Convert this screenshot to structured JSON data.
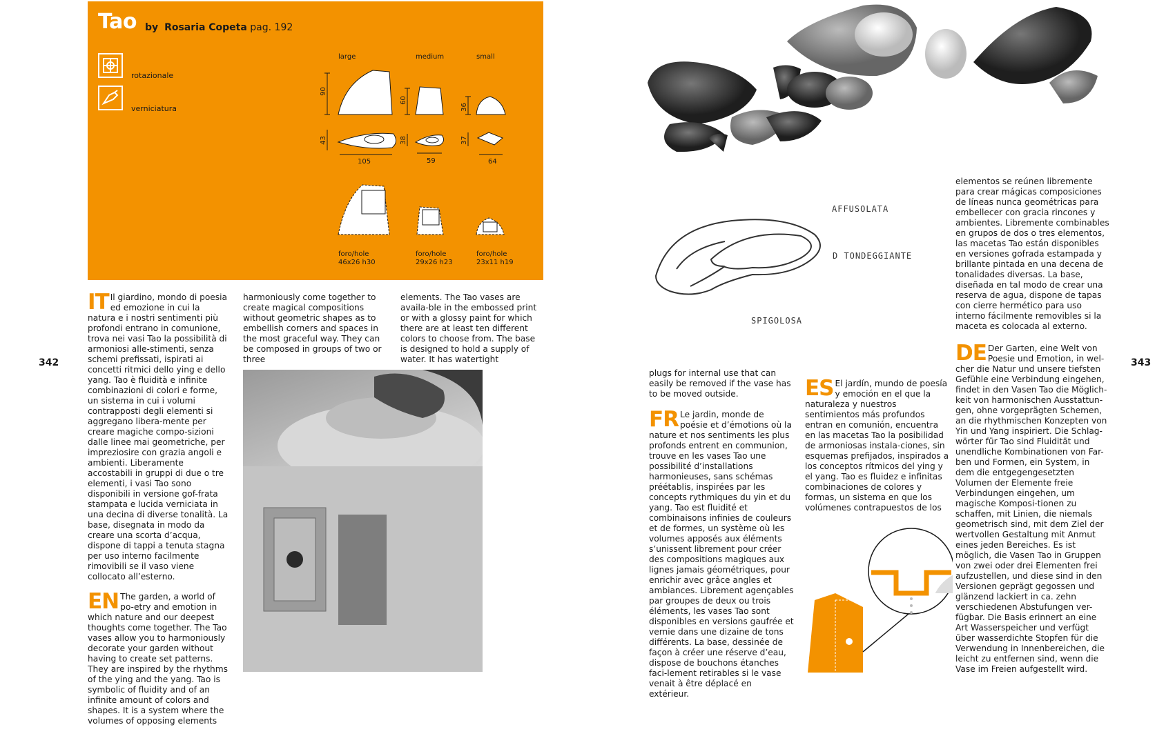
{
  "page_left": "342",
  "page_right": "343",
  "header": {
    "title": "Tao",
    "by": "by",
    "author": "Rosaria Copeta",
    "page_ref": "pag. 192"
  },
  "tech": [
    {
      "icon": "rotational-mold-icon",
      "label": "rotazionale"
    },
    {
      "icon": "spray-paint-icon",
      "label": "verniciatura"
    }
  ],
  "sizes": {
    "labels": [
      "large",
      "medium",
      "small"
    ],
    "heights": [
      "90",
      "60",
      "36"
    ],
    "depths": [
      "43",
      "38",
      "37"
    ],
    "widths": [
      "105",
      "59",
      "64"
    ],
    "holes": [
      {
        "label": "foro/hole",
        "dims": "46x26 h30"
      },
      {
        "label": "foro/hole",
        "dims": "29x26 h23"
      },
      {
        "label": "foro/hole",
        "dims": "23x11 h19"
      }
    ]
  },
  "sketch_notes": [
    "AFFUSOLATA",
    "D TONDEGGIANTE",
    "SPIGOLOSA"
  ],
  "text": {
    "it_cap": "IT",
    "it_body": "Il giardino, mondo di poesia ed emozione in cui la natura e i nostri sentimenti più profondi entrano in comunione, trova nei vasi Tao la possibilità di armoniosi alle-stimenti, senza schemi prefissati, ispirati ai concetti ritmici dello ying e dello yang. Tao è fluidità e infinite combinazioni di colori e forme, un sistema in cui i volumi contrapposti degli elementi si aggregano libera-mente per creare magiche compo-sizioni dalle linee mai geometriche, per impreziosire con grazia angoli e ambienti. Liberamente accostabili in gruppi di due o tre elementi, i vasi Tao sono disponibili in versione gof-frata stampata e lucida verniciata in una decina di diverse tonalità. La base, disegnata in modo da creare una scorta d’acqua, dispone di tappi a tenuta stagna per uso interno facilmente rimovibili se il vaso viene collocato all’esterno.",
    "en_cap": "EN",
    "en_body": "The garden, a world of po-etry and emotion in which nature and our deepest thoughts come together. The Tao vases allow you to harmoniously decorate your garden without having to create set patterns. They are inspired by the rhythms of the ying and the yang. Tao is symbolic of fluidity and of an infinite amount of colors and shapes. It is a system where the volumes of opposing elements",
    "en_body2": "harmoniously come together to create magical compositions without geometric shapes as to embellish corners and spaces in the most graceful way. They can be composed in groups of two or three",
    "en_body3": "elements. The Tao vases are availa-ble in the embossed print or with a glossy paint for which there are at least ten different colors to choose from. The base is designed to hold a supply of water. It has watertight",
    "en_body4": "plugs for internal use that can easily be removed if the vase has to be moved outside.",
    "fr_cap": "FR",
    "fr_body": "Le jardin, monde de poésie et d’émotions où la nature et nos sentiments les plus profonds entrent en communion, trouve en les vases Tao une possibilité d’installations harmonieuses, sans schémas préétablis, inspirées par les concepts rythmiques du yin et du yang. Tao est fluidité et combinaisons infinies de couleurs et de formes, un système où les volumes apposés aux éléments s’unissent librement pour créer des compositions magiques aux lignes jamais géométriques, pour enrichir avec grâce angles et ambiances. Librement agençables par groupes de deux ou trois éléments, les vases Tao sont disponibles en versions gaufrée et vernie dans une dizaine de tons différents. La base, dessinée de façon à créer une réserve d’eau, dispose de bouchons étanches faci-lement retirables si le vase venait à être déplacé en extérieur.",
    "es_cap": "ES",
    "es_body": "El jardín, mundo de poesía y emoción en el que la naturaleza y nuestros sentimientos más profundos entran en comunión, encuentra en las macetas Tao la posibilidad de armoniosas instala-ciones, sin esquemas prefijados, inspirados a los conceptos rítmicos del ying y el yang. Tao es fluidez e infinitas combinaciones de colores y formas, un sistema en que los volúmenes contrapuestos de los",
    "es_body2": "elementos se reúnen libremente para crear mágicas composiciones de líneas nunca geométricas para embellecer con gracia rincones y ambientes. Libremente combinables en grupos de dos o tres elementos, las macetas Tao están disponibles en versiones gofrada estampada y brillante pintada en una decena de tonalidades diversas. La base, diseñada en tal modo de crear una reserva de agua, dispone de tapas con cierre hermético para uso interno fácilmente removibles si la maceta es colocada al externo.",
    "de_cap": "DE",
    "de_body": "Der Garten, eine Welt von Poesie und Emotion, in wel-cher die Natur und unsere tiefsten Gefühle eine Verbindung eingehen, findet in den Vasen Tao die Möglich-keit von harmonischen Ausstattun-gen, ohne vorgeprägten Schemen, an die rhythmischen Konzepten von Yin und Yang inspiriert. Die Schlag-wörter für Tao sind Fluidität und unendliche Kombinationen von Far-ben und Formen, ein System, in dem die entgegengesetzten Volumen der Elemente freie Verbindungen eingehen, um magische Komposi-tionen zu schaffen, mit Linien, die niemals geometrisch sind, mit dem Ziel der wertvollen Gestaltung mit Anmut eines jeden Bereiches. Es ist möglich, die Vasen Tao in Gruppen von zwei oder drei Elementen frei aufzustellen, und diese sind in den Versionen geprägt gegossen und glänzend lackiert in ca. zehn verschiedenen Abstufungen ver-fügbar. Die Basis erinnert an eine Art Wasserspeicher und verfügt über wasserdichte Stopfen für die Verwendung in Innenbereichen, die leicht zu entfernen sind, wenn die Vase im Freien aufgestellt wird."
  },
  "colors": {
    "accent": "#f39200"
  }
}
